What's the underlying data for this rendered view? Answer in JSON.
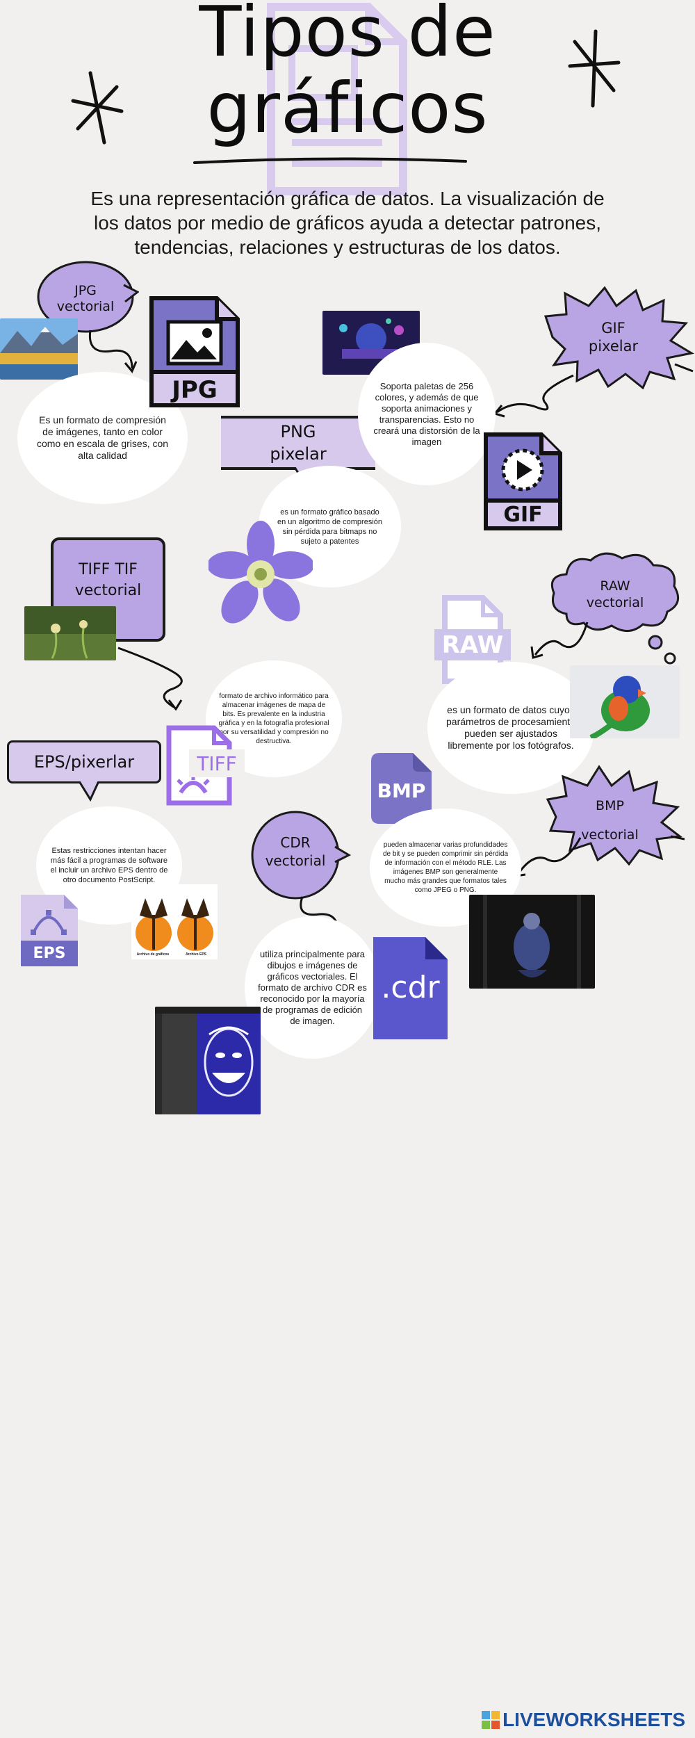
{
  "title": {
    "line1": "Tipos de",
    "line2": "gráficos"
  },
  "intro": "Es una representación gráfica de datos. La visualización de los datos por medio de gráficos ayuda a detectar patrones, tendencias, relaciones y estructuras de los datos.",
  "jpg": {
    "label_line1": "JPG",
    "label_line2": "vectorial",
    "icon_text": "JPG",
    "desc": "Es un formato de compresión de imágenes, tanto en color como en escala de grises, con alta calidad"
  },
  "png": {
    "label_line1": "PNG",
    "label_line2": "pixelar",
    "desc": "es un formato gráfico basado en un algoritmo de compresión sin pérdida para bitmaps no sujeto a patentes"
  },
  "gif": {
    "label_line1": "GIF",
    "label_line2": "pixelar",
    "icon_text": "GIF",
    "desc": "Soporta paletas de 256 colores, y además de que soporta animaciones y transparencias. Esto no creará una distorsión de la imagen"
  },
  "tiff": {
    "label_line1": "TIFF TIF",
    "label_line2": "vectorial",
    "icon_text": "TIFF",
    "desc": "formato de archivo informático para almacenar imágenes de mapa de bits. Es prevalente en la industria gráfica y en la fotografía profesional por su versatilidad y compresión no destructiva."
  },
  "raw": {
    "label_line1": "RAW",
    "label_line2": "vectorial",
    "icon_text": "RAW",
    "desc": "es un formato de datos cuyos parámetros de procesamiento pueden ser ajustados libremente por los fotógrafos."
  },
  "eps": {
    "label": "EPS/pixerlar",
    "icon_text": "EPS",
    "desc": "Estas restricciones intentan hacer más fácil a programas de software el incluir un archivo EPS dentro de otro documento PostScript.",
    "caption_left": "Archivo de gráficos",
    "caption_right": "Archivo EPS"
  },
  "cdr": {
    "label_line1": "CDR",
    "label_line2": "vectorial",
    "icon_text": ".cdr",
    "desc": "utiliza principalmente para dibujos e imágenes de gráficos vectoriales. El formato de archivo CDR es reconocido por la mayoría de programas de edición de imagen."
  },
  "bmp": {
    "label_line1": "BMP",
    "label_line2": "vectorial",
    "icon_text": "BMP",
    "desc": "pueden almacenar varias profundidades de bit y se pueden comprimir sin pérdida de información con el método RLE. Las imágenes BMP son generalmente mucho más grandes que formatos tales como JPEG o PNG."
  },
  "footer": {
    "brand": "LIVEWORKSHEETS"
  },
  "colors": {
    "lavender": "#b9a5e4",
    "lavender_light": "#d7c9ec",
    "icon_purple": "#7b74c6",
    "icon_bright": "#9c6fe8",
    "cdr_blue": "#5a56cc",
    "footer_blue": "#1d4f9c"
  }
}
